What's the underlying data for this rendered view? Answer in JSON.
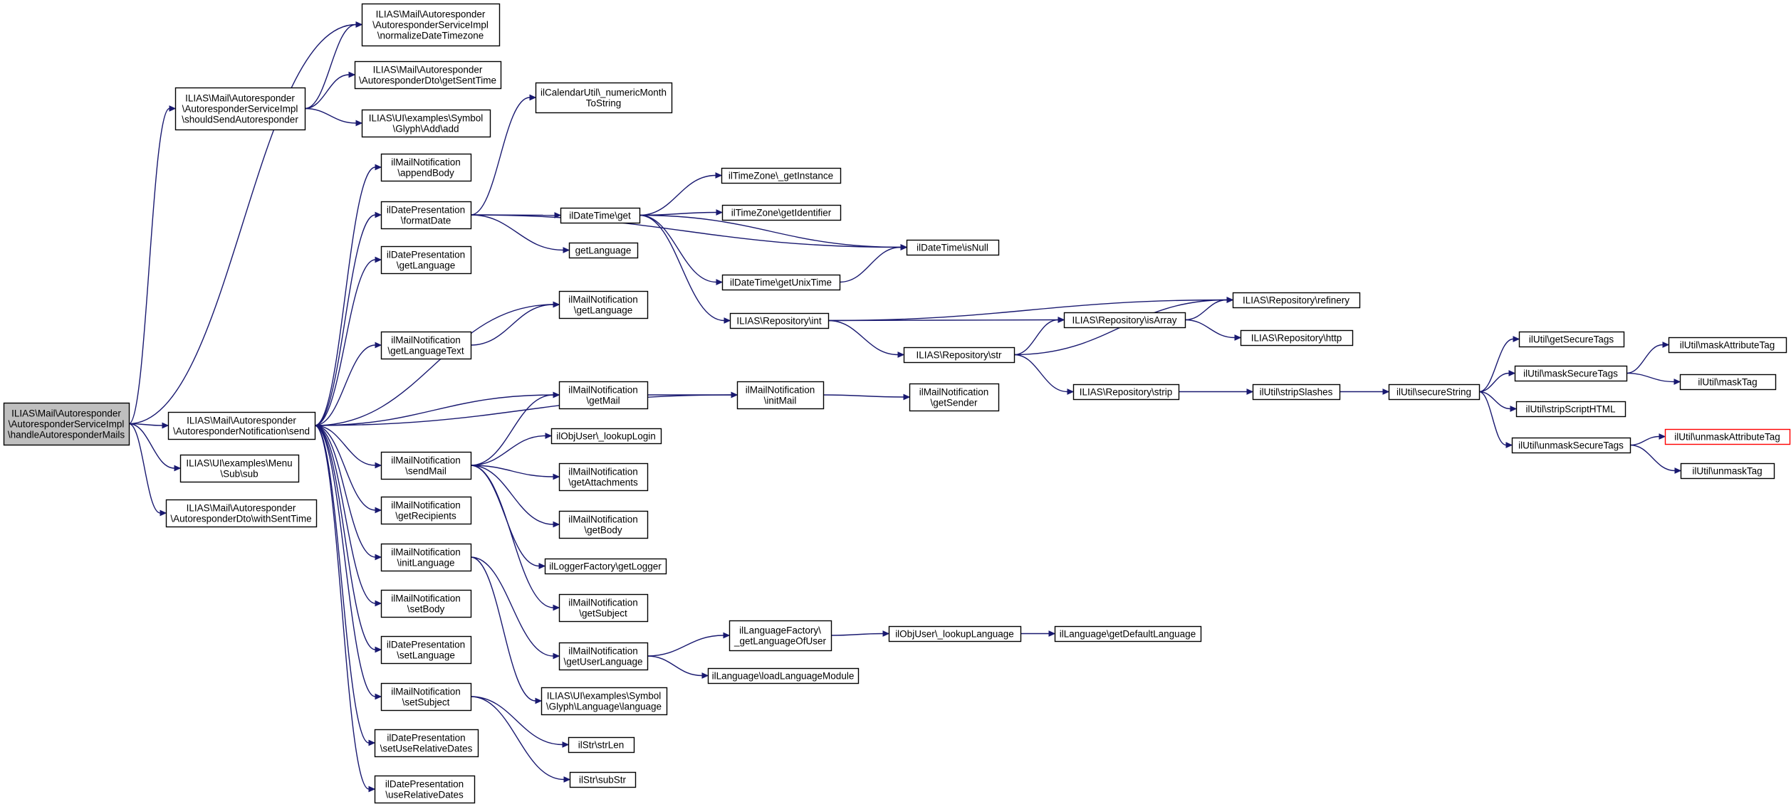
{
  "colors": {
    "edge": "#191970",
    "node_border": "#000000",
    "node_fill": "#ffffff",
    "root_fill": "#bfbfbf",
    "truncated_border": "#ff0000"
  },
  "nodes": [
    {
      "id": "root",
      "lines": [
        "ILIAS\\Mail\\Autoresponder",
        "\\AutoresponderServiceImpl",
        "\\handleAutoresponderMails"
      ],
      "root": true
    },
    {
      "id": "should",
      "lines": [
        "ILIAS\\Mail\\Autoresponder",
        "\\AutoresponderServiceImpl",
        "\\shouldSendAutoresponder"
      ]
    },
    {
      "id": "normalize",
      "lines": [
        "ILIAS\\Mail\\Autoresponder",
        "\\AutoresponderServiceImpl",
        "\\normalizeDateTimezone"
      ]
    },
    {
      "id": "getSentTime",
      "lines": [
        "ILIAS\\Mail\\Autoresponder",
        "\\AutoresponderDto\\getSentTime"
      ]
    },
    {
      "id": "glyphAdd",
      "lines": [
        "ILIAS\\UI\\examples\\Symbol",
        "\\Glyph\\Add\\add"
      ]
    },
    {
      "id": "send",
      "lines": [
        "ILIAS\\Mail\\Autoresponder",
        "\\AutoresponderNotification\\send"
      ]
    },
    {
      "id": "menuSub",
      "lines": [
        "ILIAS\\UI\\examples\\Menu",
        "\\Sub\\sub"
      ]
    },
    {
      "id": "withSentTime",
      "lines": [
        "ILIAS\\Mail\\Autoresponder",
        "\\AutoresponderDto\\withSentTime"
      ]
    },
    {
      "id": "appendBody",
      "lines": [
        "ilMailNotification",
        "\\appendBody"
      ]
    },
    {
      "id": "formatDate",
      "lines": [
        "ilDatePresentation",
        "\\formatDate"
      ]
    },
    {
      "id": "dpGetLanguage",
      "lines": [
        "ilDatePresentation",
        "\\getLanguage"
      ]
    },
    {
      "id": "getLanguageText",
      "lines": [
        "ilMailNotification",
        "\\getLanguageText"
      ]
    },
    {
      "id": "sendMail",
      "lines": [
        "ilMailNotification",
        "\\sendMail"
      ]
    },
    {
      "id": "getRecipients",
      "lines": [
        "ilMailNotification",
        "\\getRecipients"
      ]
    },
    {
      "id": "initLanguage",
      "lines": [
        "ilMailNotification",
        "\\initLanguage"
      ]
    },
    {
      "id": "setBody",
      "lines": [
        "ilMailNotification",
        "\\setBody"
      ]
    },
    {
      "id": "setLanguage",
      "lines": [
        "ilDatePresentation",
        "\\setLanguage"
      ]
    },
    {
      "id": "setSubject",
      "lines": [
        "ilMailNotification",
        "\\setSubject"
      ]
    },
    {
      "id": "setUseRelativeDates",
      "lines": [
        "ilDatePresentation",
        "\\setUseRelativeDates"
      ]
    },
    {
      "id": "useRelativeDates",
      "lines": [
        "ilDatePresentation",
        "\\useRelativeDates"
      ]
    },
    {
      "id": "numericMonth",
      "lines": [
        "ilCalendarUtil\\_numericMonth",
        "ToString"
      ]
    },
    {
      "id": "dtGet",
      "lines": [
        "ilDateTime\\get"
      ]
    },
    {
      "id": "getLanguagePlain",
      "lines": [
        "getLanguage"
      ]
    },
    {
      "id": "mnGetLanguage",
      "lines": [
        "ilMailNotification",
        "\\getLanguage"
      ]
    },
    {
      "id": "getMail",
      "lines": [
        "ilMailNotification",
        "\\getMail"
      ]
    },
    {
      "id": "lookupLogin",
      "lines": [
        "ilObjUser\\_lookupLogin"
      ]
    },
    {
      "id": "getAttachments",
      "lines": [
        "ilMailNotification",
        "\\getAttachments"
      ]
    },
    {
      "id": "getBody",
      "lines": [
        "ilMailNotification",
        "\\getBody"
      ]
    },
    {
      "id": "getLogger",
      "lines": [
        "ilLoggerFactory\\getLogger"
      ]
    },
    {
      "id": "getSubject",
      "lines": [
        "ilMailNotification",
        "\\getSubject"
      ]
    },
    {
      "id": "getUserLanguage",
      "lines": [
        "ilMailNotification",
        "\\getUserLanguage"
      ]
    },
    {
      "id": "glyphLanguage",
      "lines": [
        "ILIAS\\UI\\examples\\Symbol",
        "\\Glyph\\Language\\language"
      ]
    },
    {
      "id": "strLen",
      "lines": [
        "ilStr\\strLen"
      ]
    },
    {
      "id": "subStr",
      "lines": [
        "ilStr\\subStr"
      ]
    },
    {
      "id": "tzGetInstance",
      "lines": [
        "ilTimeZone\\_getInstance"
      ]
    },
    {
      "id": "tzGetIdentifier",
      "lines": [
        "ilTimeZone\\getIdentifier"
      ]
    },
    {
      "id": "isNull",
      "lines": [
        "ilDateTime\\isNull"
      ]
    },
    {
      "id": "getUnixTime",
      "lines": [
        "ilDateTime\\getUnixTime"
      ]
    },
    {
      "id": "repoInt",
      "lines": [
        "ILIAS\\Repository\\int"
      ]
    },
    {
      "id": "initMail",
      "lines": [
        "ilMailNotification",
        "\\initMail"
      ]
    },
    {
      "id": "getSender",
      "lines": [
        "ilMailNotification",
        "\\getSender"
      ]
    },
    {
      "id": "langOfUser",
      "lines": [
        "ilLanguageFactory\\",
        "_getLanguageOfUser"
      ]
    },
    {
      "id": "loadLangModule",
      "lines": [
        "ilLanguage\\loadLanguageModule"
      ]
    },
    {
      "id": "lookupLanguage",
      "lines": [
        "ilObjUser\\_lookupLanguage"
      ]
    },
    {
      "id": "defaultLanguage",
      "lines": [
        "ilLanguage\\getDefaultLanguage"
      ]
    },
    {
      "id": "refinery",
      "lines": [
        "ILIAS\\Repository\\refinery"
      ]
    },
    {
      "id": "isArray",
      "lines": [
        "ILIAS\\Repository\\isArray"
      ]
    },
    {
      "id": "http",
      "lines": [
        "ILIAS\\Repository\\http"
      ]
    },
    {
      "id": "repoStr",
      "lines": [
        "ILIAS\\Repository\\str"
      ]
    },
    {
      "id": "repoStrip",
      "lines": [
        "ILIAS\\Repository\\strip"
      ]
    },
    {
      "id": "stripSlashes",
      "lines": [
        "ilUtil\\stripSlashes"
      ]
    },
    {
      "id": "secureString",
      "lines": [
        "ilUtil\\secureString"
      ]
    },
    {
      "id": "getSecureTags",
      "lines": [
        "ilUtil\\getSecureTags"
      ]
    },
    {
      "id": "maskSecureTags",
      "lines": [
        "ilUtil\\maskSecureTags"
      ]
    },
    {
      "id": "stripScriptHTML",
      "lines": [
        "ilUtil\\stripScriptHTML"
      ]
    },
    {
      "id": "unmaskSecureTags",
      "lines": [
        "ilUtil\\unmaskSecureTags"
      ]
    },
    {
      "id": "maskAttributeTag",
      "lines": [
        "ilUtil\\maskAttributeTag"
      ]
    },
    {
      "id": "maskTag",
      "lines": [
        "ilUtil\\maskTag"
      ]
    },
    {
      "id": "unmaskAttributeTag",
      "lines": [
        "ilUtil\\unmaskAttributeTag"
      ],
      "truncated": true
    },
    {
      "id": "unmaskTag",
      "lines": [
        "ilUtil\\unmaskTag"
      ]
    }
  ],
  "edges": [
    [
      "root",
      "should"
    ],
    [
      "root",
      "normalize"
    ],
    [
      "root",
      "send"
    ],
    [
      "root",
      "menuSub"
    ],
    [
      "root",
      "withSentTime"
    ],
    [
      "should",
      "normalize"
    ],
    [
      "should",
      "getSentTime"
    ],
    [
      "should",
      "glyphAdd"
    ],
    [
      "send",
      "appendBody"
    ],
    [
      "send",
      "formatDate"
    ],
    [
      "send",
      "dpGetLanguage"
    ],
    [
      "send",
      "mnGetLanguage"
    ],
    [
      "send",
      "getLanguageText"
    ],
    [
      "send",
      "initMail"
    ],
    [
      "send",
      "getMail"
    ],
    [
      "send",
      "sendMail"
    ],
    [
      "send",
      "getRecipients"
    ],
    [
      "send",
      "initLanguage"
    ],
    [
      "send",
      "setBody"
    ],
    [
      "send",
      "setLanguage"
    ],
    [
      "send",
      "setSubject"
    ],
    [
      "send",
      "setUseRelativeDates"
    ],
    [
      "send",
      "useRelativeDates"
    ],
    [
      "formatDate",
      "numericMonth"
    ],
    [
      "formatDate",
      "isNull"
    ],
    [
      "formatDate",
      "dtGet"
    ],
    [
      "formatDate",
      "getLanguagePlain"
    ],
    [
      "getLanguageText",
      "mnGetLanguage"
    ],
    [
      "sendMail",
      "getMail"
    ],
    [
      "sendMail",
      "lookupLogin"
    ],
    [
      "sendMail",
      "getAttachments"
    ],
    [
      "sendMail",
      "getBody"
    ],
    [
      "sendMail",
      "getLogger"
    ],
    [
      "sendMail",
      "getSubject"
    ],
    [
      "initLanguage",
      "getUserLanguage"
    ],
    [
      "initLanguage",
      "glyphLanguage"
    ],
    [
      "setSubject",
      "strLen"
    ],
    [
      "setSubject",
      "subStr"
    ],
    [
      "dtGet",
      "tzGetInstance"
    ],
    [
      "dtGet",
      "tzGetIdentifier"
    ],
    [
      "dtGet",
      "isNull"
    ],
    [
      "dtGet",
      "getUnixTime"
    ],
    [
      "dtGet",
      "repoInt"
    ],
    [
      "getUnixTime",
      "isNull"
    ],
    [
      "getMail",
      "initMail"
    ],
    [
      "initMail",
      "getSender"
    ],
    [
      "getUserLanguage",
      "langOfUser"
    ],
    [
      "getUserLanguage",
      "loadLangModule"
    ],
    [
      "langOfUser",
      "lookupLanguage"
    ],
    [
      "lookupLanguage",
      "defaultLanguage"
    ],
    [
      "repoInt",
      "refinery"
    ],
    [
      "repoInt",
      "isArray"
    ],
    [
      "repoInt",
      "repoStr"
    ],
    [
      "isArray",
      "refinery"
    ],
    [
      "isArray",
      "http"
    ],
    [
      "repoStr",
      "isArray"
    ],
    [
      "repoStr",
      "refinery"
    ],
    [
      "repoStr",
      "repoStrip"
    ],
    [
      "repoStrip",
      "stripSlashes"
    ],
    [
      "stripSlashes",
      "secureString"
    ],
    [
      "secureString",
      "getSecureTags"
    ],
    [
      "secureString",
      "maskSecureTags"
    ],
    [
      "secureString",
      "stripScriptHTML"
    ],
    [
      "secureString",
      "unmaskSecureTags"
    ],
    [
      "maskSecureTags",
      "maskAttributeTag"
    ],
    [
      "maskSecureTags",
      "maskTag"
    ],
    [
      "unmaskSecureTags",
      "unmaskAttributeTag"
    ],
    [
      "unmaskSecureTags",
      "unmaskTag"
    ]
  ]
}
